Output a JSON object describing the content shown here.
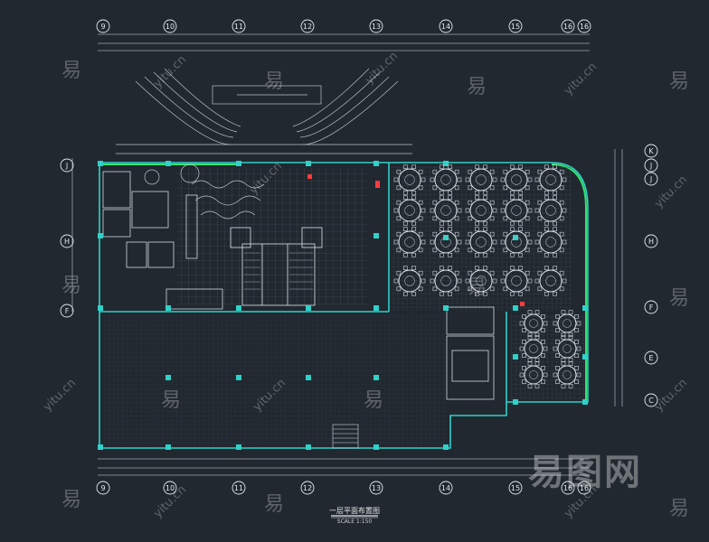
{
  "drawing": {
    "title": "一层平面布置图",
    "scale": "SCALE 1:150"
  },
  "axes": {
    "columns": [
      "9",
      "10",
      "11",
      "12",
      "13",
      "14",
      "15",
      "16",
      "16"
    ],
    "rows": [
      "K",
      "J",
      "H",
      "F",
      "E",
      "C"
    ],
    "rows_left": [
      "J",
      "H",
      "F"
    ]
  },
  "watermark": {
    "brand": "易图网",
    "mark": "易",
    "url": "yitu.cn"
  },
  "colors": {
    "background": "#212830",
    "line": "#cfd6df",
    "wall": "#2fd1c8",
    "accent": "#33e36a",
    "highlight": "#ff3b3b"
  }
}
